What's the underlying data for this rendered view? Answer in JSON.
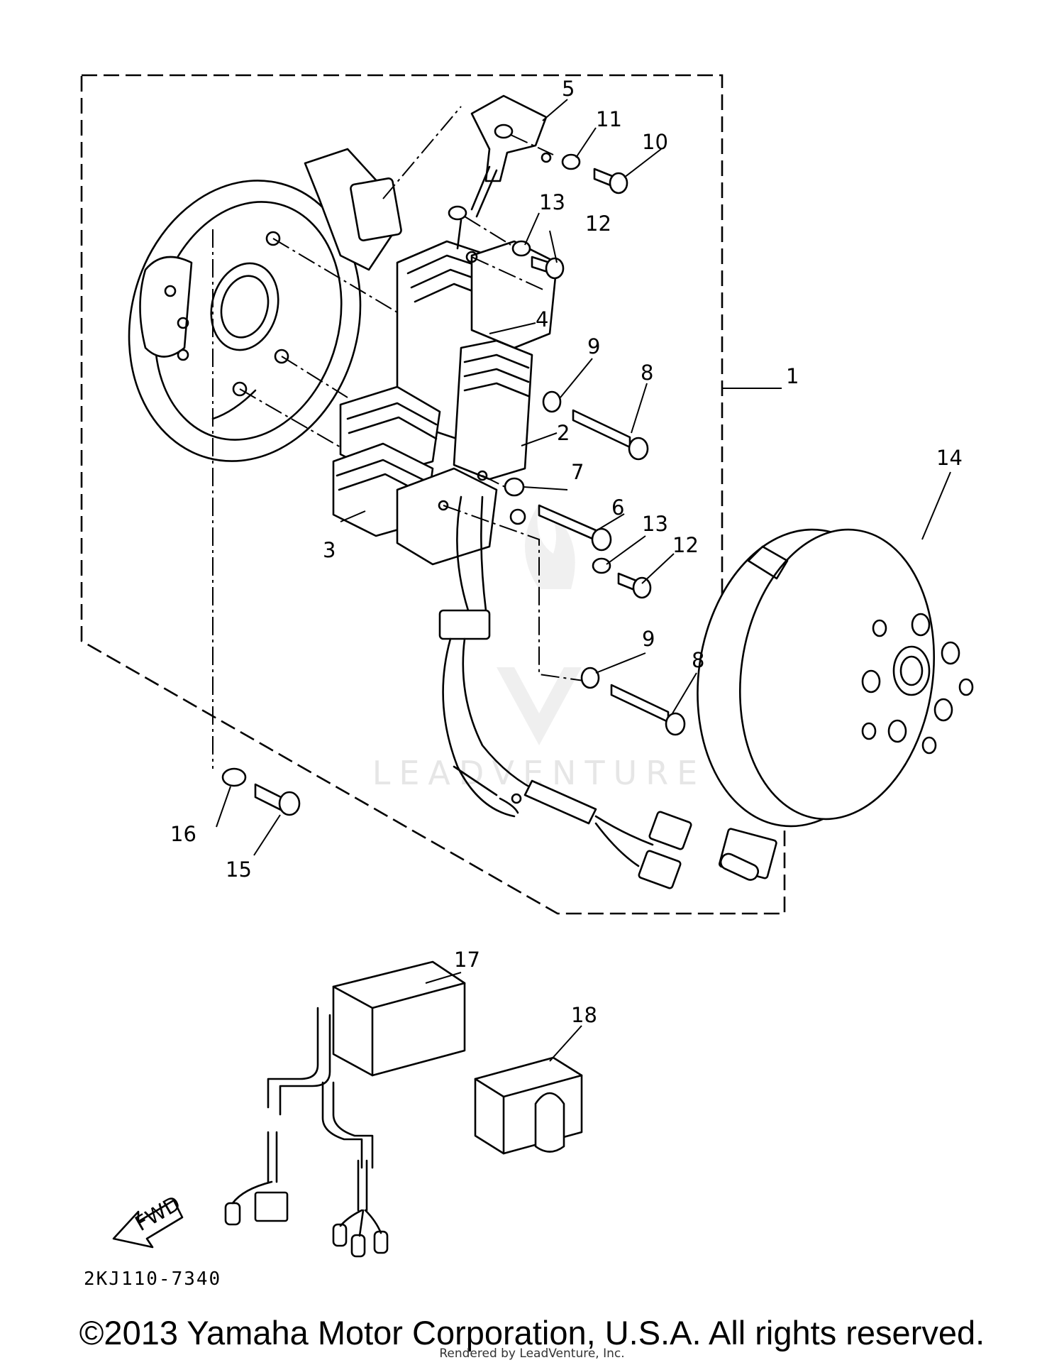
{
  "callouts": [
    {
      "number": "1"
    },
    {
      "number": "2"
    },
    {
      "number": "3"
    },
    {
      "number": "4"
    },
    {
      "number": "5"
    },
    {
      "number": "6"
    },
    {
      "number": "7"
    },
    {
      "number": "8"
    },
    {
      "number": "8"
    },
    {
      "number": "9"
    },
    {
      "number": "9"
    },
    {
      "number": "10"
    },
    {
      "number": "11"
    },
    {
      "number": "12"
    },
    {
      "number": "12"
    },
    {
      "number": "13"
    },
    {
      "number": "13"
    },
    {
      "number": "14"
    },
    {
      "number": "15"
    },
    {
      "number": "16"
    },
    {
      "number": "17"
    },
    {
      "number": "18"
    }
  ],
  "fwd_label": "FWD",
  "diagram_code": "2KJ110-7340",
  "watermark": "LEADVENTURE",
  "copyright": "©2013 Yamaha Motor Corporation, U.S.A. All rights reserved.",
  "rendered_by": "Rendered by LeadVenture, Inc."
}
